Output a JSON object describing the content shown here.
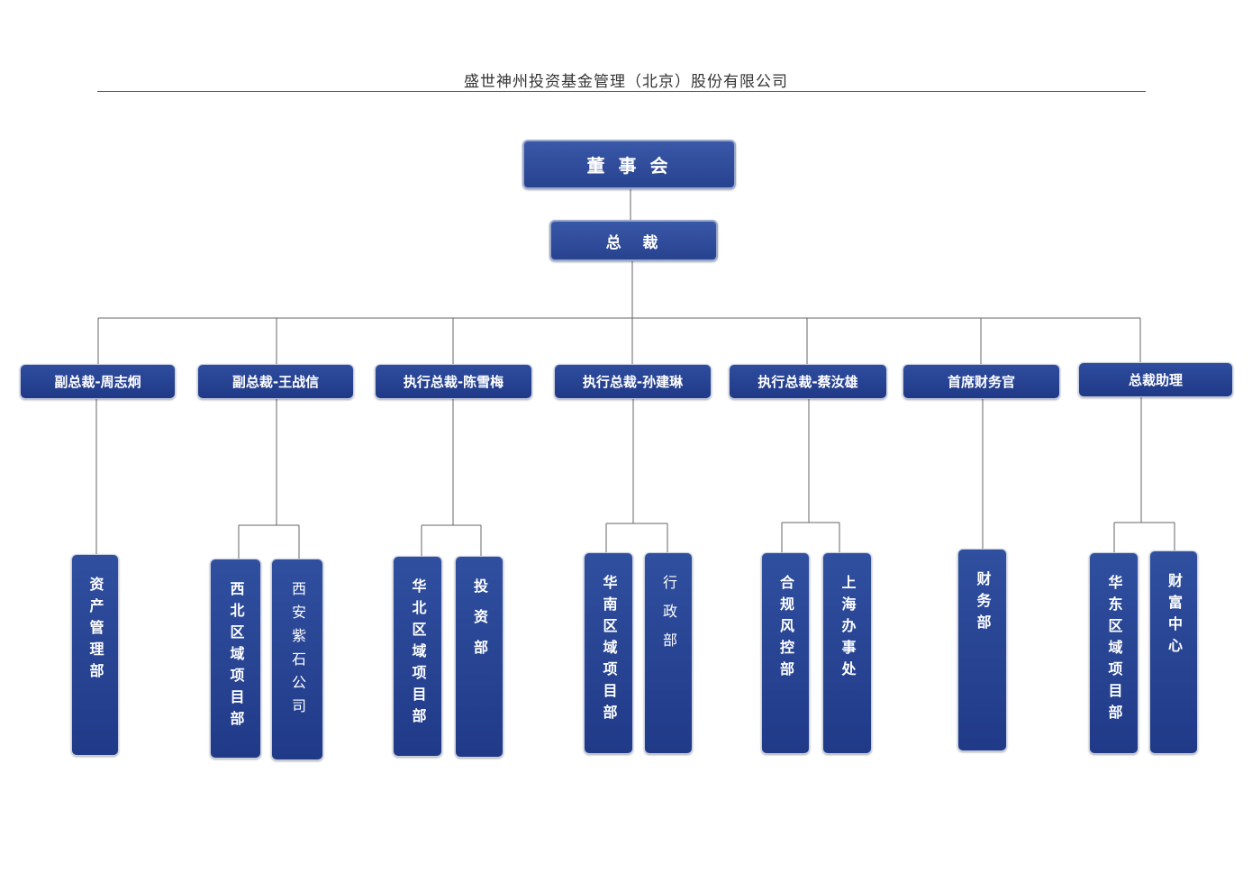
{
  "header": {
    "company": "盛世神州投资基金管理（北京）股份有限公司"
  },
  "chart": {
    "board": "董 事 会",
    "president": "总  裁",
    "executives": [
      "副总裁-周志炯",
      "副总裁-王战信",
      "执行总裁-陈雪梅",
      "执行总裁-孙建琳",
      "执行总裁-蔡汝雄",
      "首席财务官",
      "总裁助理"
    ],
    "departments": [
      "资产管理部",
      "西北区域项目部",
      "西安紫石公司",
      "华北区域项目部",
      "投资部",
      "华南区域项目部",
      "行政部",
      "合规风控部",
      "上海办事处",
      "财务部",
      "华东区域项目部",
      "财富中心"
    ]
  },
  "colors": {
    "box_fill": "#2a4596",
    "line": "#666666"
  }
}
